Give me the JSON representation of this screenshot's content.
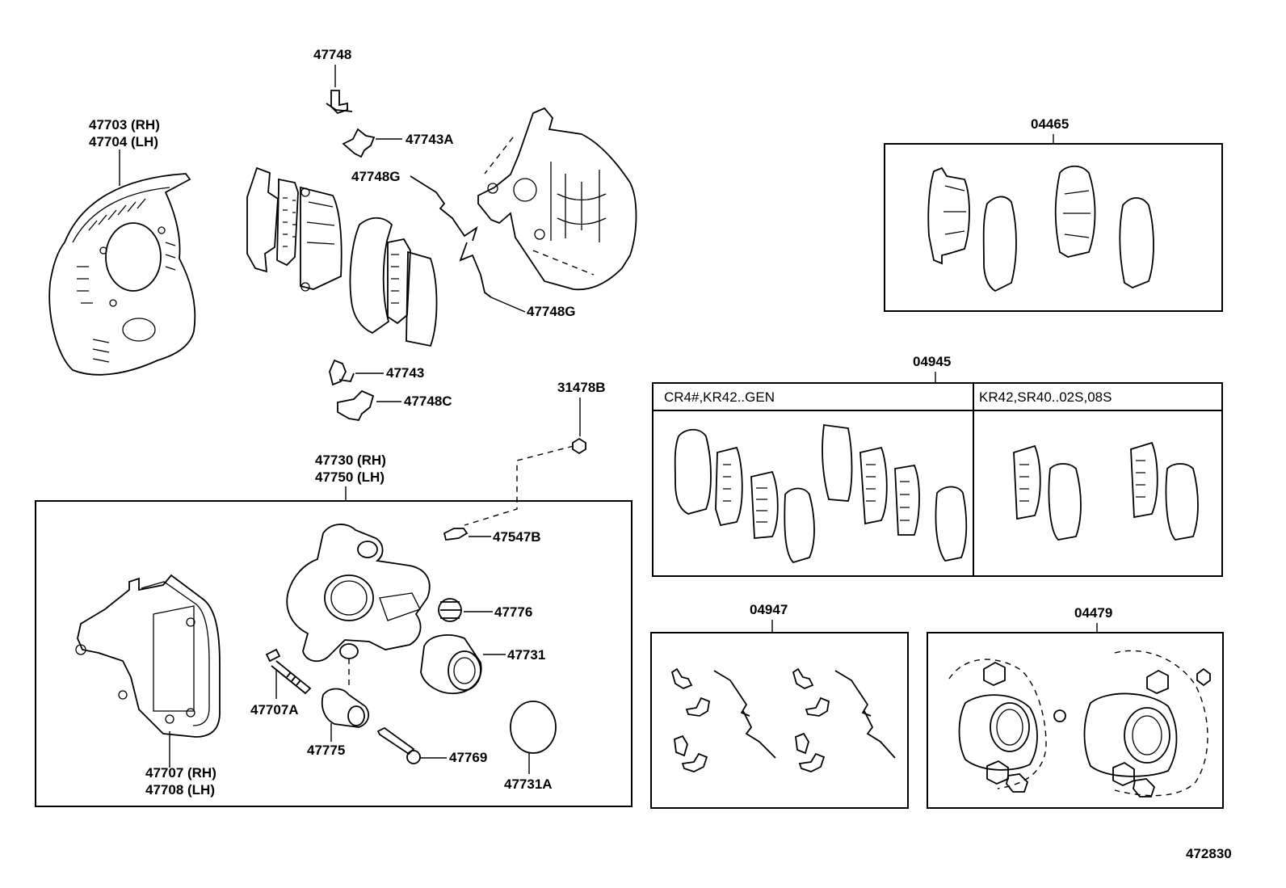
{
  "diagram_number": "472830",
  "labels": {
    "l47748": "47748",
    "l47703": "47703 (RH)",
    "l47704": "47704 (LH)",
    "l47743A": "47743A",
    "l47748G_top": "47748G",
    "l47748G_bottom": "47748G",
    "l47743": "47743",
    "l47748C": "47748C",
    "l31478B": "31478B",
    "l47730": "47730 (RH)",
    "l47750": "47750 (LH)",
    "l47547B": "47547B",
    "l47776": "47776",
    "l47731": "47731",
    "l47707A": "47707A",
    "l47775": "47775",
    "l47769": "47769",
    "l47731A": "47731A",
    "l47707": "47707 (RH)",
    "l47708": "47708 (LH)",
    "l04465": "04465",
    "l04945": "04945",
    "l04947": "04947",
    "l04479": "04479"
  },
  "kit_04945": {
    "col1_header": "CR4#,KR42..GEN",
    "col2_header": "KR42,SR40..02S,08S"
  }
}
